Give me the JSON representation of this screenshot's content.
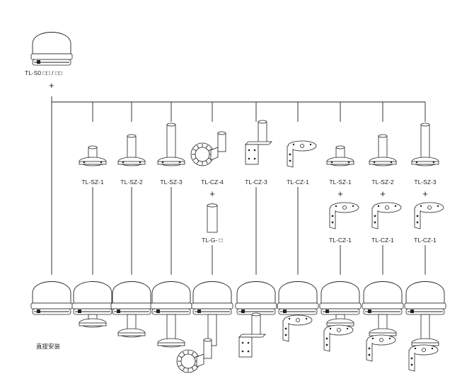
{
  "top_lamp": {
    "model": "TL-S0 □□ / □□"
  },
  "plus": "+",
  "columns": [
    {
      "part": "TL-SZ-1",
      "type": "pole",
      "h": 1
    },
    {
      "part": "TL-SZ-2",
      "type": "pole",
      "h": 2
    },
    {
      "part": "TL-SZ-3",
      "type": "pole",
      "h": 3
    },
    {
      "part": "TL-CZ-4",
      "type": "cz4",
      "extra": "TL-G- □"
    },
    {
      "part": "TL-CZ-3",
      "type": "cz3"
    },
    {
      "part": "TL-CZ-1",
      "type": "cz1"
    },
    {
      "part": "TL-SZ-1",
      "type": "pole",
      "h": 1,
      "extra": "TL-CZ-1"
    },
    {
      "part": "TL-SZ-2",
      "type": "pole",
      "h": 2,
      "extra": "TL-CZ-1"
    },
    {
      "part": "TL-SZ-3",
      "type": "pole",
      "h": 3,
      "extra": "TL-CZ-1"
    }
  ],
  "direct_mount_label": "直接安装"
}
